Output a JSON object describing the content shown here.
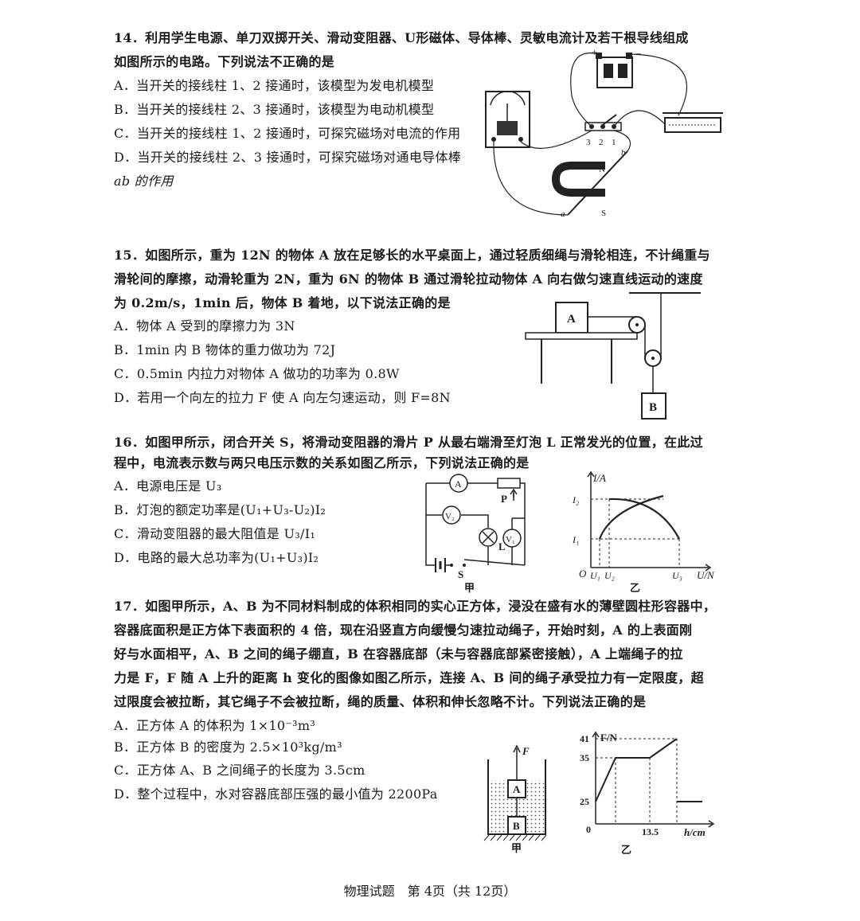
{
  "q14": {
    "stem1": "14．利用学生电源、单刀双掷开关、滑动变阻器、U形磁体、导体棒、灵敏电流计及若干根导线组成",
    "stem2": "如图所示的电路。下列说法不正确的是",
    "A": "A．当开关的接线柱 1、2 接通时，该模型为发电机模型",
    "B": "B．当开关的接线柱 2、3 接通时，该模型为电动机模型",
    "C": "C．当开关的接线柱 1、2 接通时，可探究磁场对电流的作用",
    "D1": "D．当开关的接线柱 2、3 接通时，可探究磁场对通电导体棒",
    "D2": "ab 的作用",
    "fig": {
      "plus": "+",
      "minus": "−",
      "t3": "3",
      "t2": "2",
      "t1": "1",
      "N": "N",
      "S": "S",
      "a": "a",
      "b": "b"
    }
  },
  "q15": {
    "stem1": "15．如图所示，重为 12N 的物体 A 放在足够长的水平桌面上，通过轻质细绳与滑轮相连，不计绳重与",
    "stem2": "滑轮间的摩擦，动滑轮重为 2N，重为 6N 的物体 B 通过滑轮拉动物体 A 向右做匀速直线运动的速度",
    "stem3": "为 0.2m/s，1min 后，物体 B 着地，以下说法正确的是",
    "A": "A．物体 A 受到的摩擦力为 3N",
    "B": "B．1min 内 B 物体的重力做功为 72J",
    "C": "C．0.5min 内拉力对物体 A 做功的功率为 0.8W",
    "D": "D．若用一个向左的拉力 F 使 A 向左匀速运动，则 F=8N",
    "fig": {
      "blockA": "A",
      "blockB": "B"
    }
  },
  "q16": {
    "stem1": "16．如图甲所示，闭合开关 S，将滑动变阻器的滑片 P 从最右端滑至灯泡 L 正常发光的位置，在此过",
    "stem2": "程中，电流表示数与两只电压示数的关系如图乙所示，下列说法正确的是",
    "A": "A．电源电压是 U₃",
    "B": "B．灯泡的额定功率是(U₁+U₃-U₂)I₂",
    "C": "C．滑动变阻器的最大阻值是 U₃/I₁",
    "D": "D．电路的最大总功率为(U₁+U₃)I₂",
    "fig_jia": {
      "ammeter": "A",
      "v2": "V₂",
      "v1": "V₁",
      "P": "P",
      "L": "L",
      "S": "S",
      "caption": "甲"
    },
    "fig_yi": {
      "ylabel": "I/A",
      "xlabel": "U/N",
      "I2": "I₂",
      "I1": "I₁",
      "origin": "O",
      "U1": "U₁",
      "U2": "U₂",
      "U3": "U₃",
      "caption": "乙"
    }
  },
  "q17": {
    "stem1": "17．如图甲所示，A、B 为不同材料制成的体积相同的实心正方体，浸没在盛有水的薄壁圆柱形容器中，",
    "stem2": "容器底面积是正方体下表面积的 4 倍，现在沿竖直方向缓慢匀速拉动绳子，开始时刻，A 的上表面刚",
    "stem3": "好与水面相平，A、B 之间的绳子绷直，B 在容器底部（未与容器底部紧密接触），A 上端绳子的拉",
    "stem4": "力是 F，F 随 A 上升的距离 h 变化的图像如图乙所示，连接 A、B 间的绳子承受拉力有一定限度，超",
    "stem5": "过限度会被拉断，其它绳子不会被拉断，绳的质量、体积和伸长忽略不计。下列说法正确的是",
    "A": "A．正方体 A 的体积为 1×10⁻³m³",
    "B": "B．正方体 B 的密度为 2.5×10³kg/m³",
    "C": "C．正方体 A、B 之间绳子的长度为 3.5cm",
    "D": "D．整个过程中，水对容器底部压强的最小值为 2200Pa",
    "fig_jia": {
      "F": "F",
      "A": "A",
      "B": "B",
      "caption": "甲"
    },
    "fig_yi": {
      "ylabel": "F/N",
      "y41": "41",
      "y35": "35",
      "y25": "25",
      "origin": "0",
      "x135": "13.5",
      "xlabel": "h/cm",
      "caption": "乙"
    }
  },
  "footer": "物理试题　第 4页（共 12页）"
}
